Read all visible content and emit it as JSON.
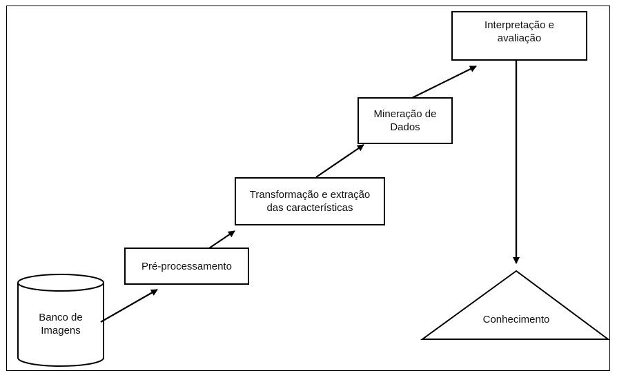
{
  "nodes": {
    "database": {
      "line1": "Banco de",
      "line2": "Imagens"
    },
    "preprocessing": {
      "line1": "Pré-processamento"
    },
    "transformation": {
      "line1": "Transformação e extração",
      "line2": "das características"
    },
    "mining": {
      "line1": "Mineração de",
      "line2": "Dados"
    },
    "interpretation": {
      "line1": "Interpretação e",
      "line2": "avaliação"
    },
    "knowledge": {
      "line1": "Conhecimento"
    }
  }
}
